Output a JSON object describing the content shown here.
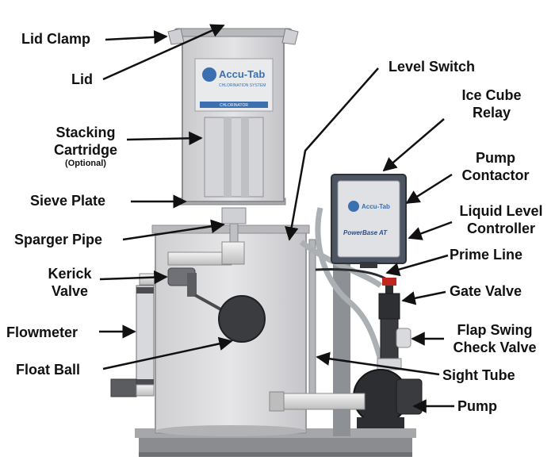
{
  "labels": {
    "lid_clamp": "Lid Clamp",
    "lid": "Lid",
    "stacking_cartridge_1": "Stacking",
    "stacking_cartridge_2": "Cartridge",
    "optional": "(Optional)",
    "sieve_plate": "Sieve Plate",
    "sparger_pipe": "Sparger Pipe",
    "kerick_valve_1": "Kerick",
    "kerick_valve_2": "Valve",
    "flowmeter": "Flowmeter",
    "float_ball": "Float Ball",
    "level_switch": "Level Switch",
    "ice_cube_relay_1": "Ice Cube",
    "ice_cube_relay_2": "Relay",
    "pump_contactor_1": "Pump",
    "pump_contactor_2": "Contactor",
    "liquid_level_controller_1": "Liquid Level",
    "liquid_level_controller_2": "Controller",
    "prime_line": "Prime Line",
    "gate_valve": "Gate Valve",
    "flap_swing_1": "Flap Swing",
    "flap_swing_2": "Check Valve",
    "sight_tube": "Sight Tube",
    "pump": "Pump"
  },
  "logos": {
    "accu_tab_top": "Accu-Tab",
    "accu_tab_sub": "CHLORINATION SYSTEM",
    "chlorinator": "CHLORINATOR",
    "box_logo": "Accu-Tab",
    "powerbase": "PowerBase AT"
  },
  "colors": {
    "accent_blue": "#3a6fb0",
    "valve_red": "#c0271f",
    "label_text": "#111111"
  }
}
